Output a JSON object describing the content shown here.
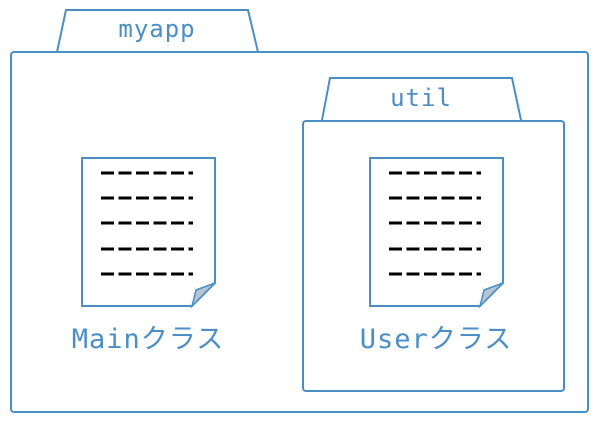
{
  "package_root": {
    "name": "myapp",
    "files": [
      {
        "name": "Mainクラス",
        "icon": "document-icon"
      }
    ],
    "subpackages": [
      {
        "name": "util",
        "files": [
          {
            "name": "Userクラス",
            "icon": "document-icon"
          }
        ]
      }
    ]
  },
  "colors": {
    "stroke": "#4a8ec4",
    "text": "#4a8ec4",
    "doc_lines": "#000000",
    "page_curl": "#b7c4d3"
  }
}
